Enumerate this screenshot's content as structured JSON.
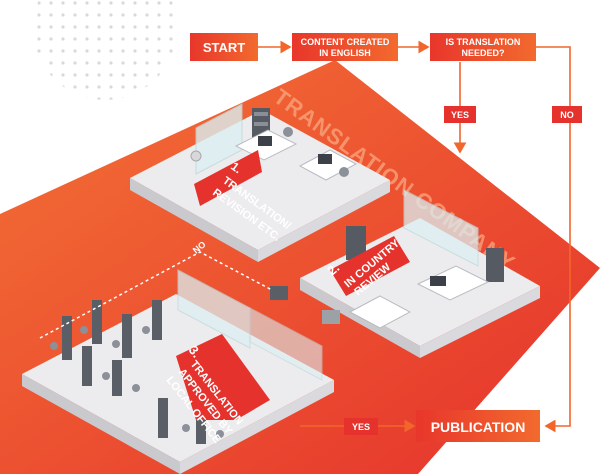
{
  "flow": {
    "start": "START",
    "content_created": [
      "CONTENT CREATED",
      "IN ENGLISH"
    ],
    "is_translation_needed": [
      "IS TRANSLATION",
      "NEEDED?"
    ],
    "yes_label_top": "YES",
    "no_label_right": "NO",
    "no_label_left": "NO",
    "yes_label_bottom": "YES",
    "publication": "PUBLICATION"
  },
  "platform": {
    "company_label": "TRANSLATION COMPANY"
  },
  "steps": [
    {
      "number": "1.",
      "lines": [
        "TRANSLATION/",
        "REVISION ETC."
      ]
    },
    {
      "number": "2.",
      "lines": [
        "IN COUNTRY",
        "REVIEW"
      ]
    },
    {
      "number": "3.",
      "lines": [
        "TRANSLATION",
        "APPROVED BY",
        "LOCAL OFFICE"
      ]
    }
  ],
  "colors": {
    "orange": "#F2662C",
    "red": "#E5322C",
    "floor": "#E9E9EB",
    "floor_edge": "#CFCFD3",
    "dots": "#DCDCDC"
  }
}
